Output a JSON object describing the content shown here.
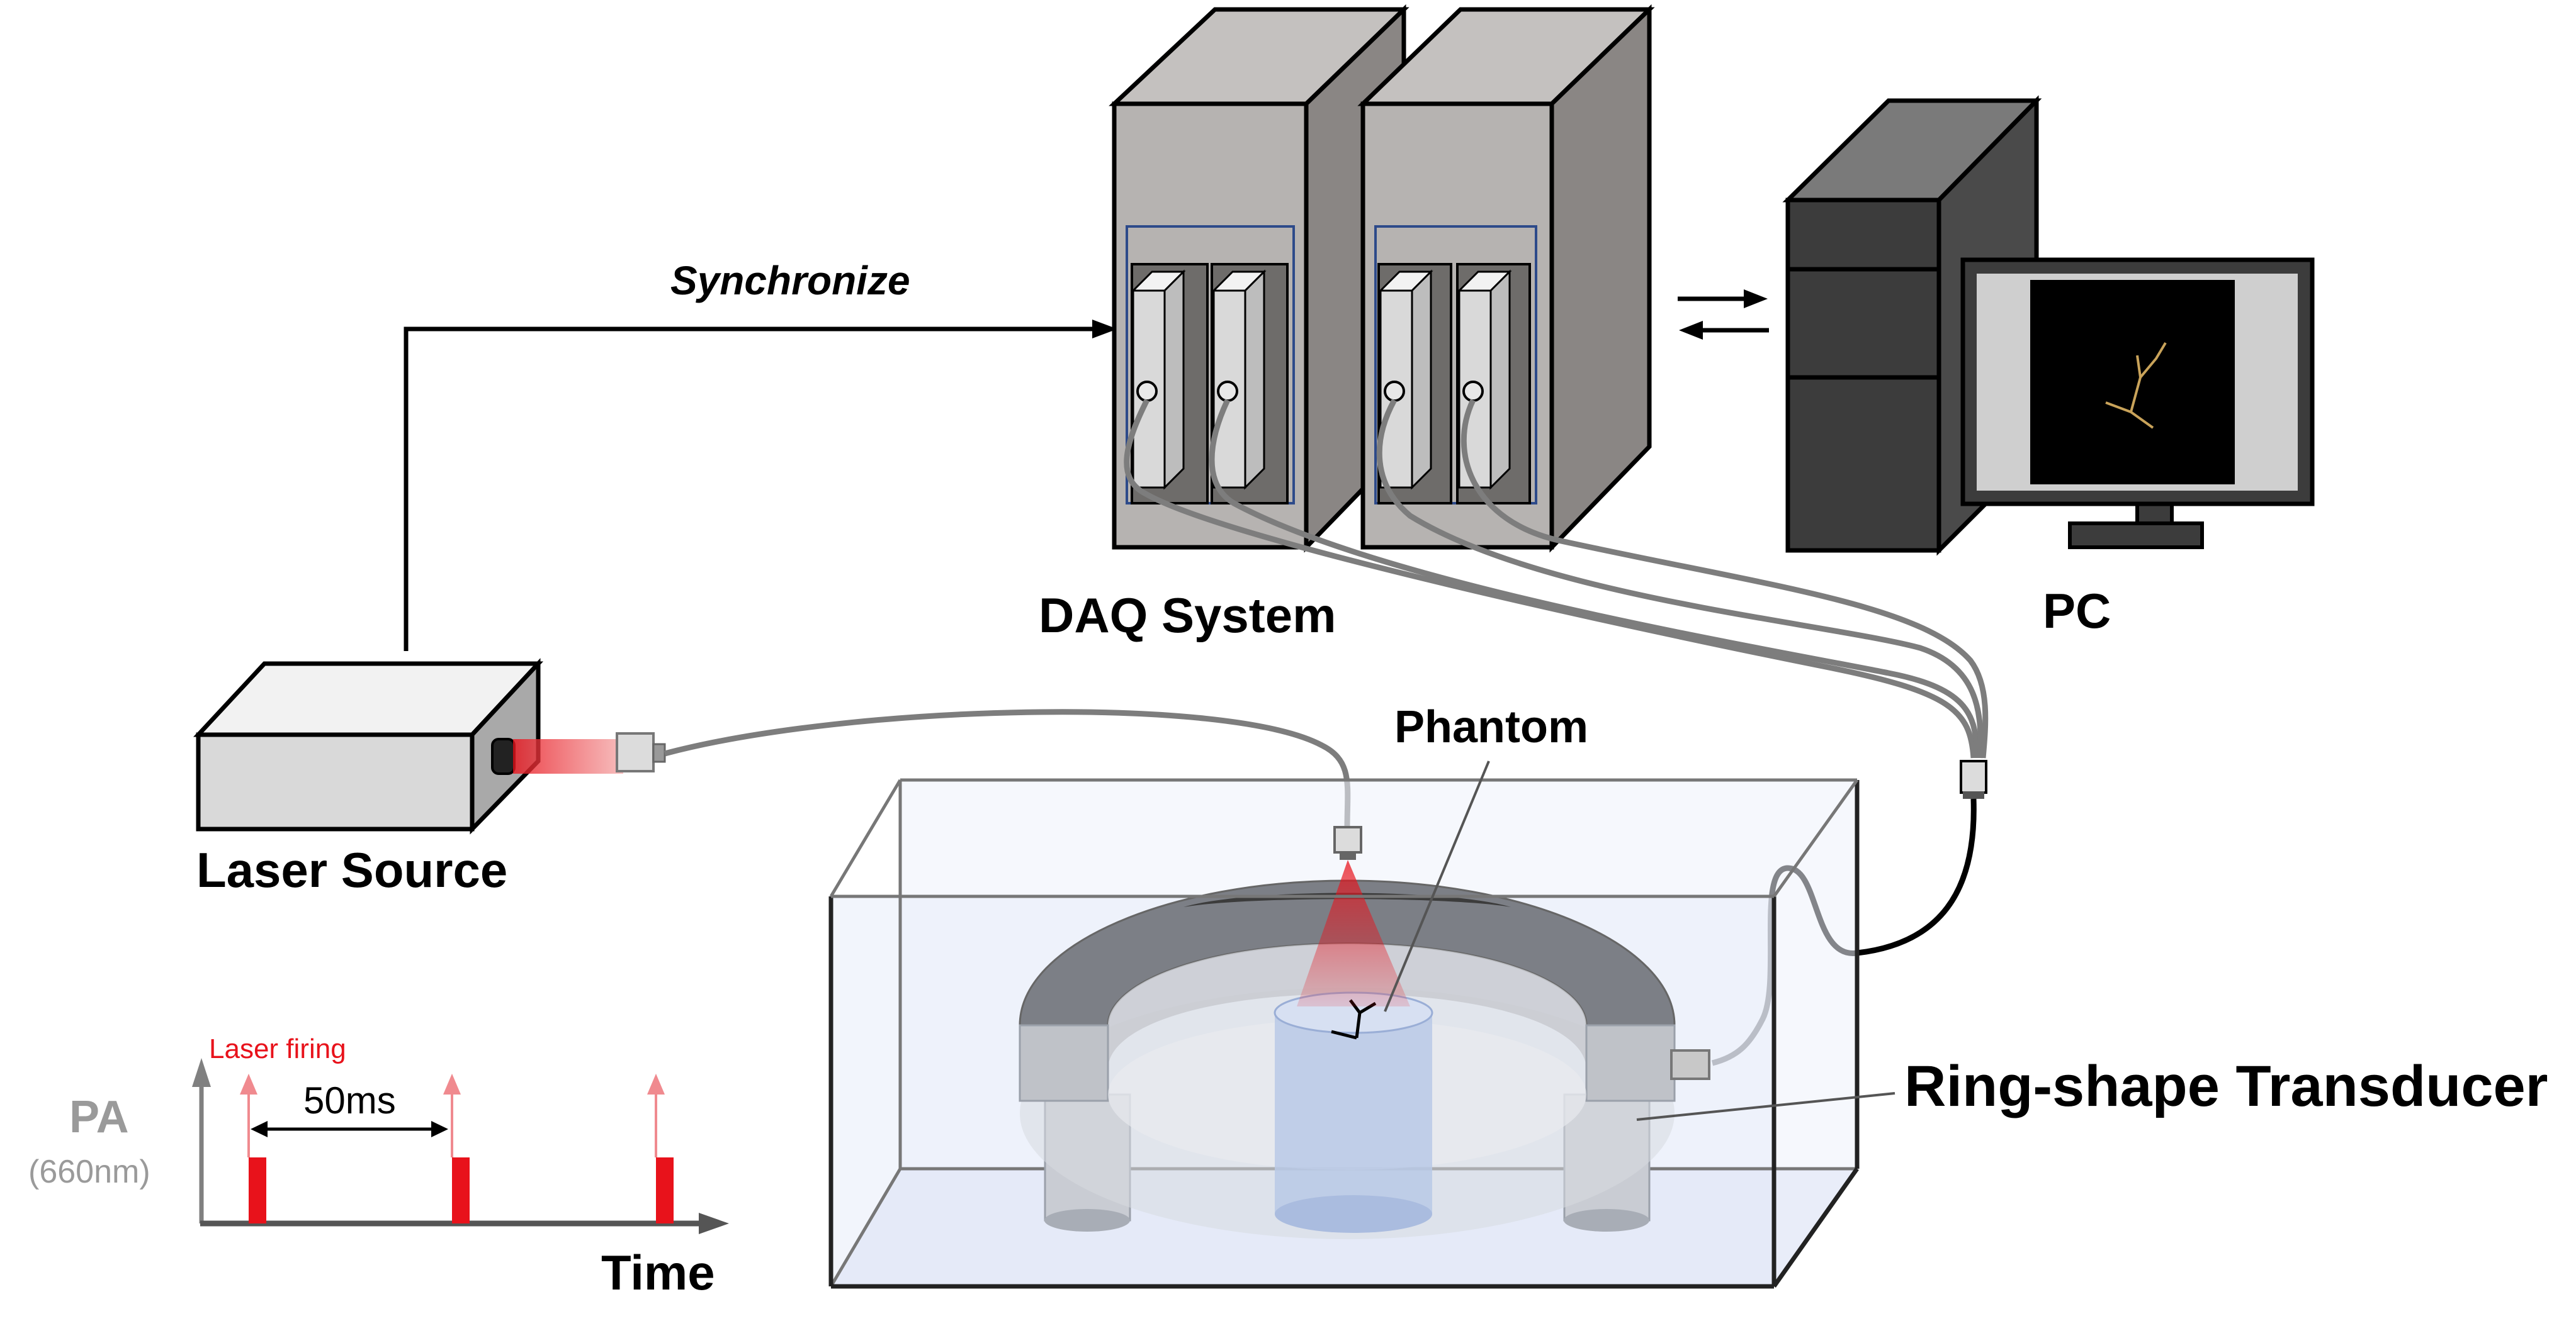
{
  "labels": {
    "synchronize": "Synchronize",
    "daq_system": "DAQ System",
    "pc": "PC",
    "laser_source": "Laser Source",
    "phantom": "Phantom",
    "ring_transducer": "Ring-shape Transducer",
    "laser_firing": "Laser firing",
    "interval": "50ms",
    "pa": "PA",
    "wavelength": "(660nm)",
    "time": "Time"
  },
  "colors": {
    "laser_red": "#e8121b",
    "tank_blue": "#eef2fb",
    "cable_gray": "#7d7d7d",
    "pc_dark": "#3c3c3c",
    "daq_gray": "#b6b3b1"
  }
}
